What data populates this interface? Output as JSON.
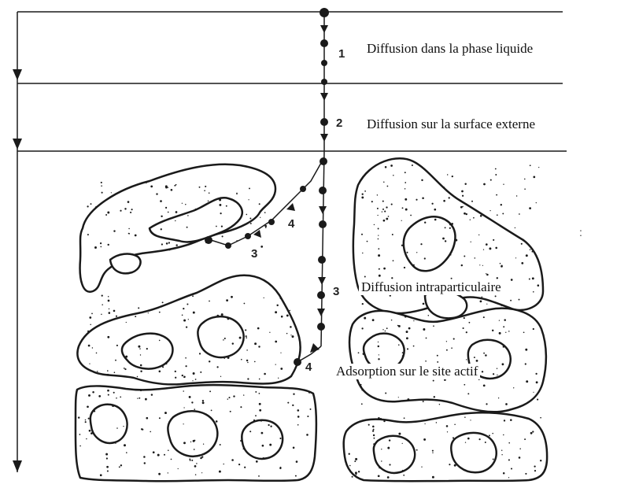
{
  "steps": [
    {
      "number": "1",
      "label": "Diffusion dans la phase liquide"
    },
    {
      "number": "2",
      "label": "Diffusion sur la surface externe"
    },
    {
      "number": "3",
      "label": "Diffusion intraparticulaire"
    },
    {
      "number": "4",
      "label": "Adsorption sur le site actif"
    }
  ],
  "extra_numbers": {
    "left_4": "4",
    "left_3": "3"
  },
  "colors": {
    "line": "#1a1a1a",
    "particle_fill": "#ffffff",
    "dot": "#1a1a1a"
  }
}
